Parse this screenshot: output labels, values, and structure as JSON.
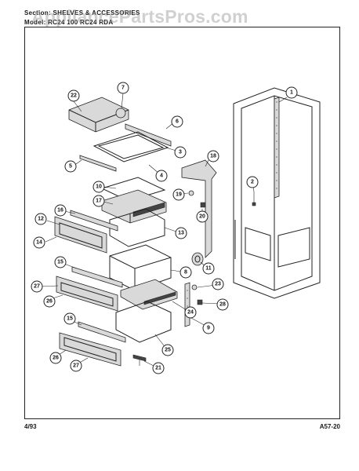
{
  "header": {
    "section_line": "Section:  SHELVES & ACCESSORIES",
    "model_line": "Model:  RC24 100  RC24 RDA"
  },
  "watermark": "AppliancePartsPros.com",
  "footer": {
    "date": "4/93",
    "page_code": "A57-20"
  },
  "callouts": [
    {
      "id": "c1",
      "label": "1"
    },
    {
      "id": "c2",
      "label": "2"
    },
    {
      "id": "c3",
      "label": "3"
    },
    {
      "id": "c4",
      "label": "4"
    },
    {
      "id": "c5",
      "label": "5"
    },
    {
      "id": "c6",
      "label": "6"
    },
    {
      "id": "c7",
      "label": "7"
    },
    {
      "id": "c8",
      "label": "8"
    },
    {
      "id": "c9",
      "label": "9"
    },
    {
      "id": "c10",
      "label": "10"
    },
    {
      "id": "c11",
      "label": "11"
    },
    {
      "id": "c12",
      "label": "12"
    },
    {
      "id": "c13",
      "label": "13"
    },
    {
      "id": "c14",
      "label": "14"
    },
    {
      "id": "c15a",
      "label": "15"
    },
    {
      "id": "c15b",
      "label": "15"
    },
    {
      "id": "c16",
      "label": "16"
    },
    {
      "id": "c17",
      "label": "17"
    },
    {
      "id": "c18",
      "label": "18"
    },
    {
      "id": "c19",
      "label": "19"
    },
    {
      "id": "c20",
      "label": "20"
    },
    {
      "id": "c21",
      "label": "21"
    },
    {
      "id": "c22",
      "label": "22"
    },
    {
      "id": "c23",
      "label": "23"
    },
    {
      "id": "c24",
      "label": "24"
    },
    {
      "id": "c25",
      "label": "25"
    },
    {
      "id": "c26a",
      "label": "26"
    },
    {
      "id": "c26b",
      "label": "26"
    },
    {
      "id": "c27a",
      "label": "27"
    },
    {
      "id": "c27b",
      "label": "27"
    },
    {
      "id": "c28",
      "label": "28"
    }
  ]
}
